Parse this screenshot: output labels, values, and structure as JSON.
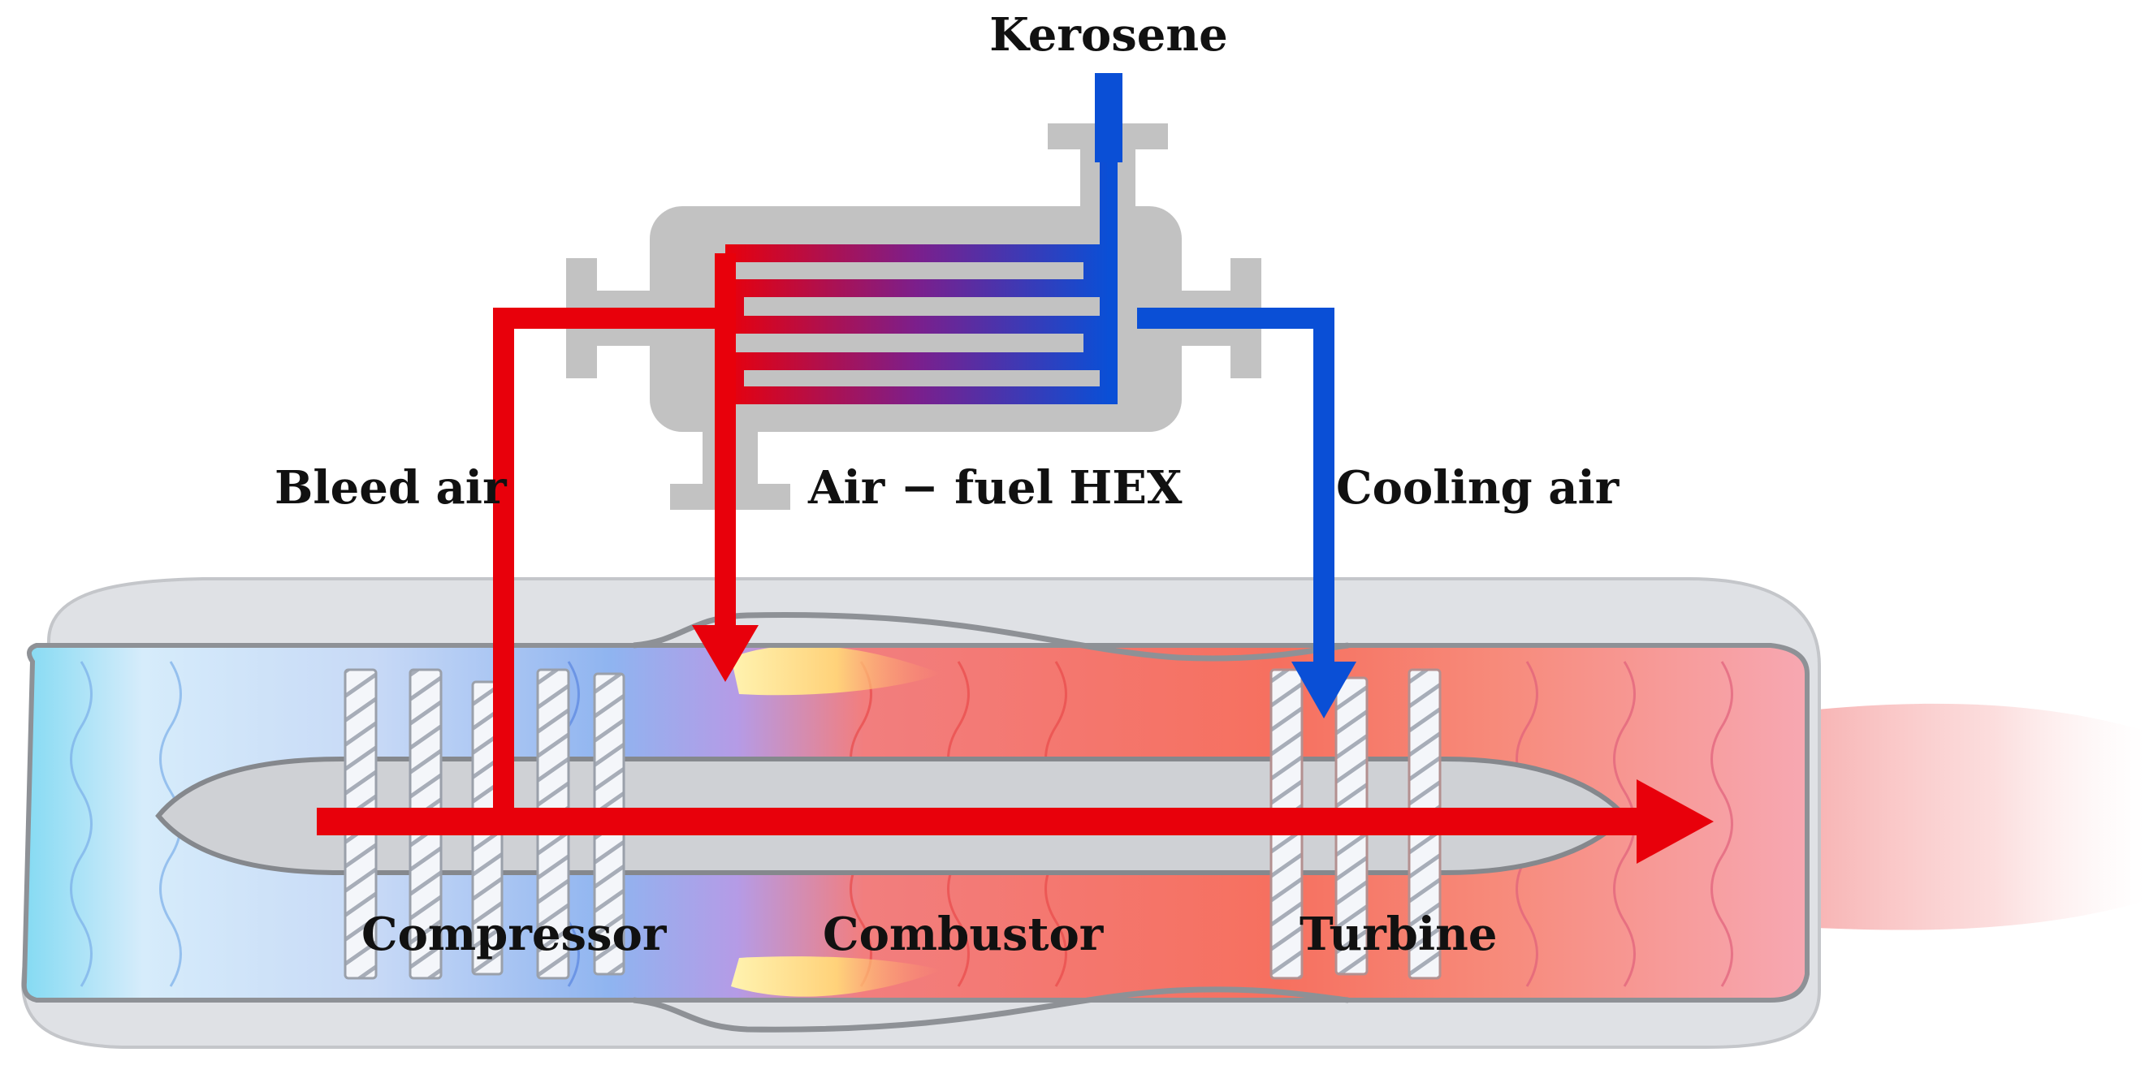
{
  "labels": {
    "kerosene": "Kerosene",
    "bleed_air": "Bleed air",
    "hex": "Air − fuel HEX",
    "cooling_air": "Cooling air",
    "compressor": "Compressor",
    "combustor": "Combustor",
    "turbine": "Turbine"
  },
  "colors": {
    "hot": "#e8000b",
    "cold": "#0a4fd6",
    "hex_body": "#c2c2c2",
    "nacelle": "#dcdee2",
    "core": "#c9cbcf"
  }
}
